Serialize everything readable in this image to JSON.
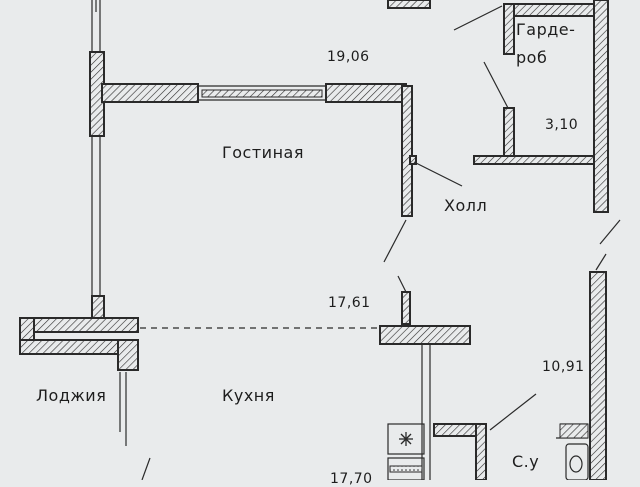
{
  "rooms": {
    "garderob_line1": "Гарде-",
    "garderob_line2": "роб",
    "living": "Гостиная",
    "hall": "Холл",
    "loggia": "Лоджия",
    "kitchen": "Кухня",
    "bathroom": "С.у"
  },
  "areas": {
    "living": "19,06",
    "garderob": "3,10",
    "hall": "10,91",
    "kitchen_loggia_line": "17,61",
    "bottom_cut": "17,70"
  },
  "icons": {
    "stove": "stove-icon",
    "toilet": "toilet-icon"
  }
}
